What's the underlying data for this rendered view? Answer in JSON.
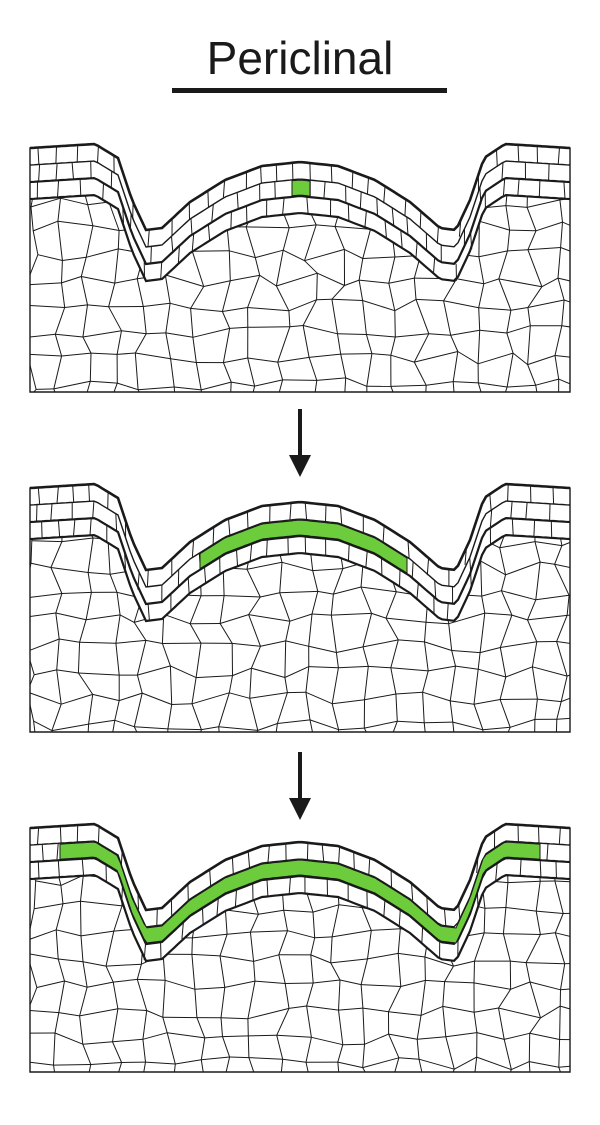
{
  "title": "Periclinal",
  "colors": {
    "marked_cells": "#6dcc3c",
    "cell_walls": "#1a1a1a",
    "background": "#ffffff"
  },
  "stages": [
    {
      "stage": 1,
      "marked_extent": "single-cell"
    },
    {
      "stage": 2,
      "marked_extent": "partial-layer"
    },
    {
      "stage": 3,
      "marked_extent": "full-layer"
    }
  ]
}
